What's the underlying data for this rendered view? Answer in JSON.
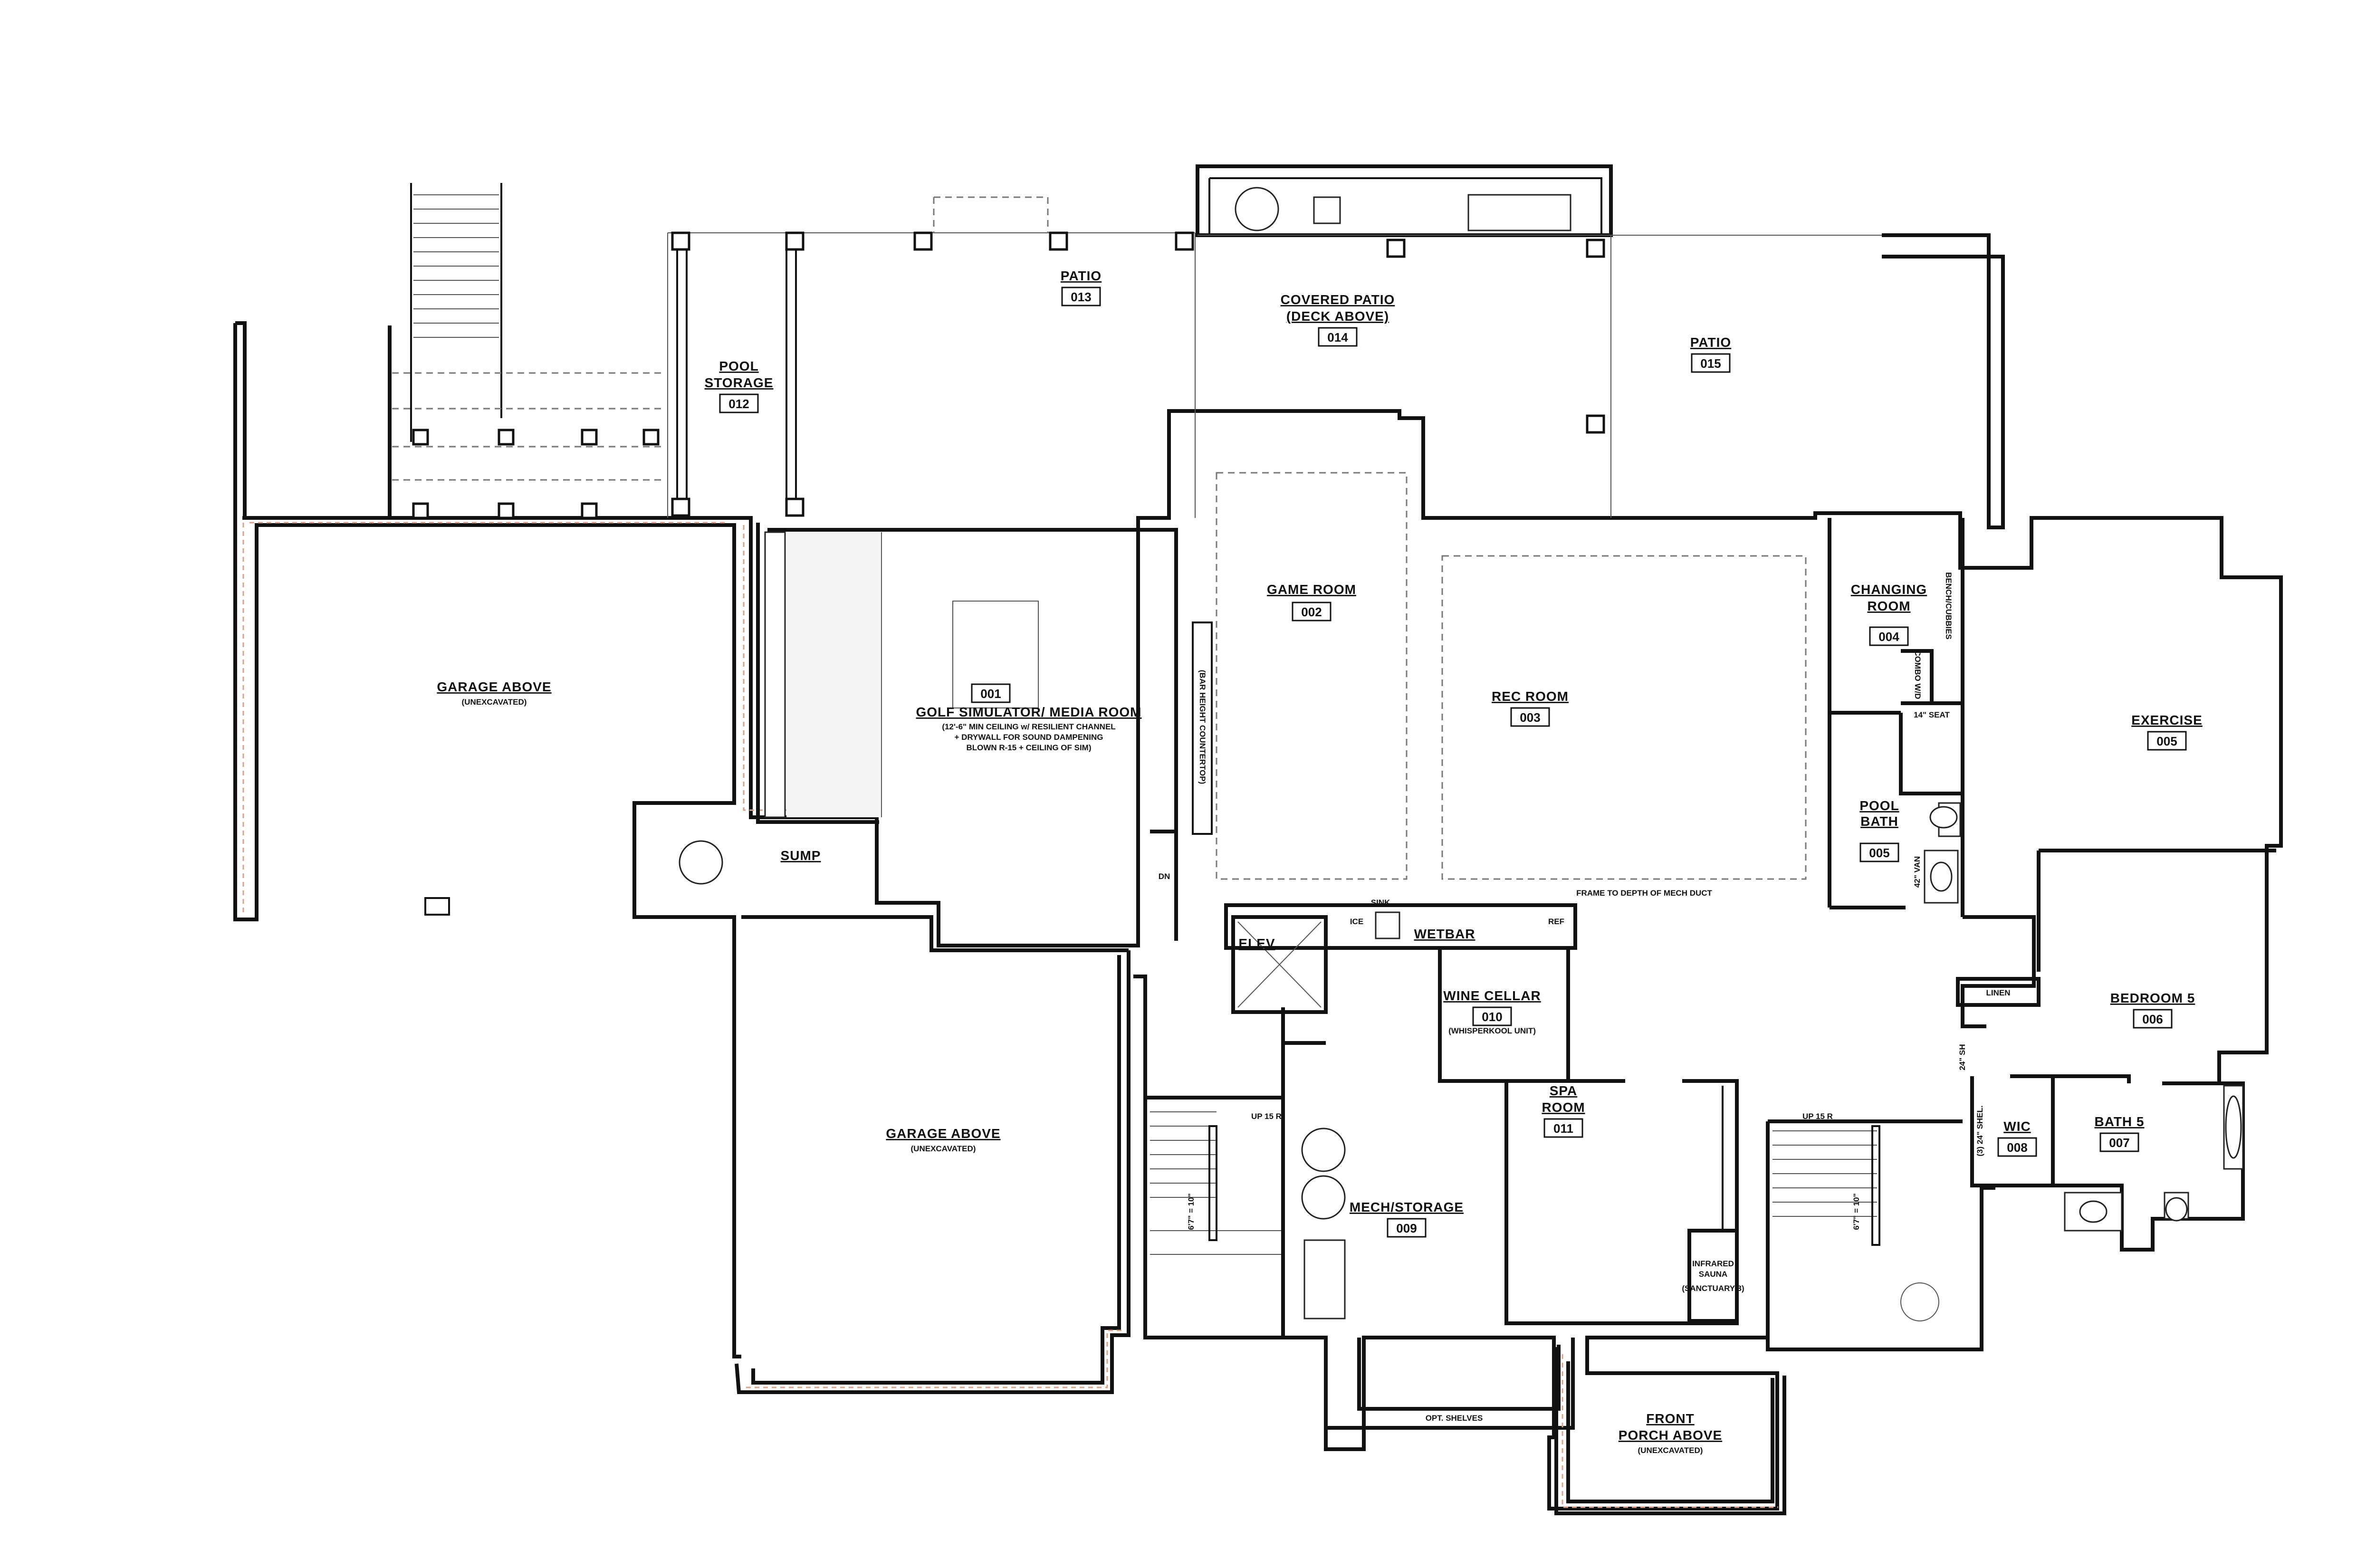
{
  "colors": {
    "walls": "#111111",
    "insulation": "#d6a38e",
    "background": "#ffffff"
  },
  "rooms": {
    "patio_13": {
      "name": "PATIO",
      "number": "013"
    },
    "covered_patio": {
      "name_line1": "COVERED PATIO",
      "name_line2": "(DECK ABOVE)",
      "number": "014"
    },
    "patio_15": {
      "name": "PATIO",
      "number": "015"
    },
    "pool_storage": {
      "name_line1": "POOL",
      "name_line2": "STORAGE",
      "number": "012"
    },
    "garage_above_left": {
      "name": "GARAGE ABOVE",
      "note": "(UNEXCAVATED)"
    },
    "golf_sim": {
      "number": "001",
      "name": "GOLF SIMULATOR/ MEDIA ROOM",
      "note1": "(12'-6\" MIN CEILING w/ RESILIENT CHANNEL",
      "note2": "+ DRYWALL FOR SOUND DAMPENING",
      "note3": "BLOWN R-15 + CEILING OF SIM)"
    },
    "game_room": {
      "name": "GAME ROOM",
      "number": "002"
    },
    "rec_room": {
      "name": "REC ROOM",
      "number": "003"
    },
    "changing_room": {
      "name_line1": "CHANGING",
      "name_line2": "ROOM",
      "number": "004"
    },
    "pool_bath": {
      "name_line1": "POOL",
      "name_line2": "BATH",
      "number": "005"
    },
    "exercise": {
      "name": "EXERCISE",
      "number": "005"
    },
    "bedroom_5": {
      "name": "BEDROOM 5",
      "number": "006"
    },
    "bath_5": {
      "name": "BATH 5",
      "number": "007"
    },
    "wic": {
      "name": "WIC",
      "number": "008"
    },
    "mech_storage": {
      "name": "MECH/STORAGE",
      "number": "009"
    },
    "wine_cellar": {
      "name": "WINE CELLAR",
      "number": "010",
      "note": "(WHISPERKOOL UNIT)"
    },
    "spa_room": {
      "name_line1": "SPA",
      "name_line2": "ROOM",
      "number": "011"
    },
    "garage_above_bottom": {
      "name": "GARAGE ABOVE",
      "note": "(UNEXCAVATED)"
    },
    "front_porch": {
      "name_line1": "FRONT",
      "name_line2": "PORCH ABOVE",
      "note": "(UNEXCAVATED)"
    }
  },
  "labels": {
    "sump": "SUMP",
    "elev": "ELEV",
    "wetbar": "WETBAR",
    "sink": "SINK",
    "ice": "ICE",
    "ref": "REF",
    "dn": "DN",
    "bar_counter": "(BAR HEIGHT COUNTERTOP)",
    "frame_note": "FRAME TO DEPTH OF MECH DUCT",
    "linen": "LINEN",
    "up_left": "UP 15 R",
    "up_right": "UP 15 R",
    "stair_left": "6'7\" = 10\"",
    "stair_right": "6'7\" = 10\"",
    "seat": "14\" SEAT",
    "van": "42\" VAN",
    "combo": "COMBO W/D",
    "benches": "BENCH/CUBBIES",
    "shelf": "(3) 24\" SHEL.",
    "shelf2": "24\" SH",
    "sauna_line1": "INFRARED",
    "sauna_line2": "SAUNA",
    "sauna_line3": "(SANCTUARY 3)",
    "opt_shelves": "OPT. SHELVES"
  }
}
